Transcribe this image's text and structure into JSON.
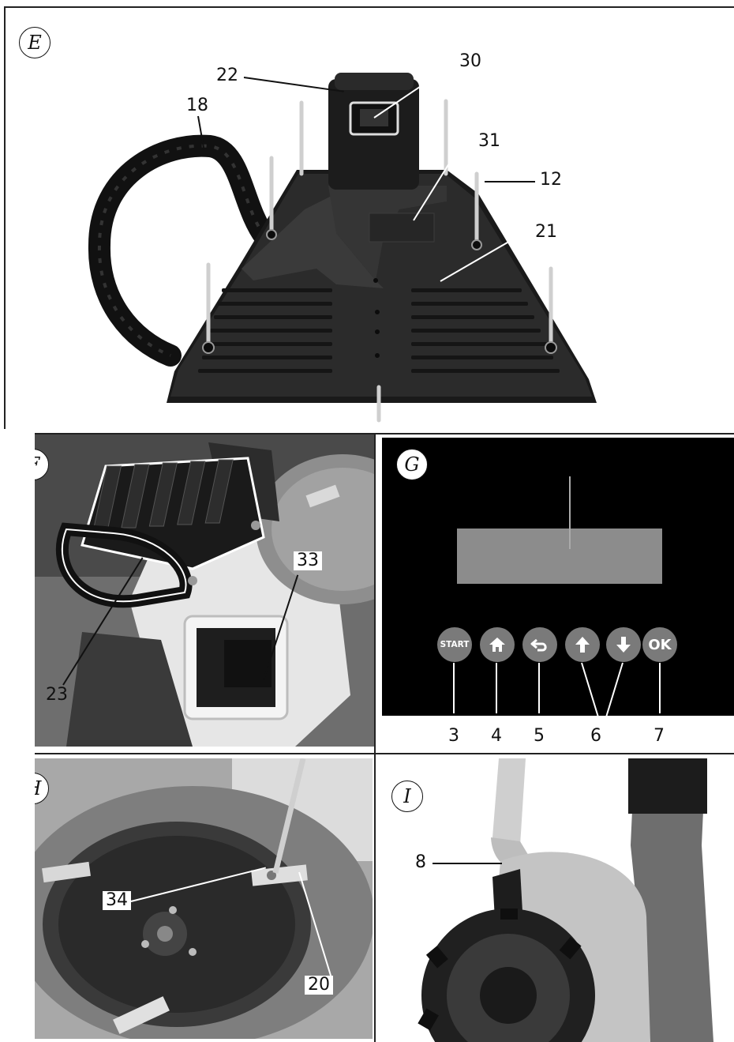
{
  "figures": {
    "E": {
      "badge": "E",
      "callouts": {
        "c22": "22",
        "c30": "30",
        "c18": "18",
        "c31": "31",
        "c12": "12",
        "c21": "21"
      }
    },
    "F": {
      "badge": "F",
      "callouts": {
        "c33": "33",
        "c23": "23"
      }
    },
    "G": {
      "badge": "G",
      "buttons": {
        "start": "START",
        "home": "home-icon",
        "back": "back-arrow-icon",
        "up": "arrow-up-icon",
        "down": "arrow-down-icon",
        "ok": "OK"
      },
      "callouts": {
        "c3": "3",
        "c4": "4",
        "c5": "5",
        "c6": "6",
        "c7": "7"
      },
      "colors": {
        "panel": "#000000",
        "button": "#7a7a7a",
        "display": "#8c8c8c"
      }
    },
    "H": {
      "badge": "H",
      "callouts": {
        "c34": "34",
        "c20": "20"
      }
    },
    "I": {
      "badge": "I",
      "callouts": {
        "c8": "8"
      }
    }
  }
}
